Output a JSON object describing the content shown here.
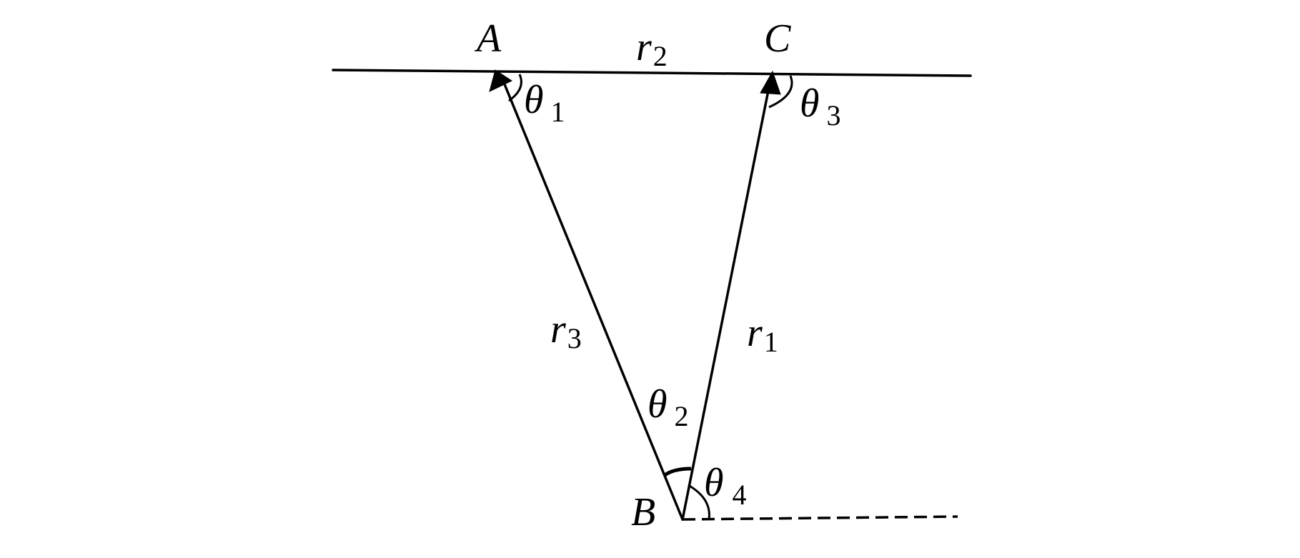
{
  "points": {
    "A": "A",
    "B": "B",
    "C": "C"
  },
  "vectors": {
    "r1": {
      "symbol": "r",
      "subscript": "1"
    },
    "r2": {
      "symbol": "r",
      "subscript": "2"
    },
    "r3": {
      "symbol": "r",
      "subscript": "3"
    }
  },
  "angles": {
    "theta1": {
      "symbol": "θ",
      "subscript": "1"
    },
    "theta2": {
      "symbol": "θ",
      "subscript": "2"
    },
    "theta3": {
      "symbol": "θ",
      "subscript": "3"
    },
    "theta4": {
      "symbol": "θ",
      "subscript": "4"
    }
  },
  "colors": {
    "stroke": "#000000",
    "background": "#ffffff"
  }
}
